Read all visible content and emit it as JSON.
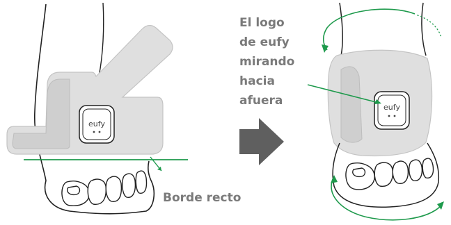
{
  "labels": {
    "logo_direction": [
      "El logo",
      "de eufy",
      "mirando",
      "hacia",
      "afuera"
    ],
    "straight_edge": "Borde recto"
  },
  "sensor": {
    "brand": "eufy"
  },
  "colors": {
    "accent_green": "#1e9a4c",
    "sock_fill": "#dfdfdf",
    "sock_inner": "#cfcfcf",
    "sock_stroke": "#c4c4c4",
    "outline": "#222222",
    "arrow_gray": "#5f5f5f"
  },
  "icons": {
    "step_arrow": "right-arrow-icon",
    "direction_arrows": "curved-arrow-icon"
  }
}
